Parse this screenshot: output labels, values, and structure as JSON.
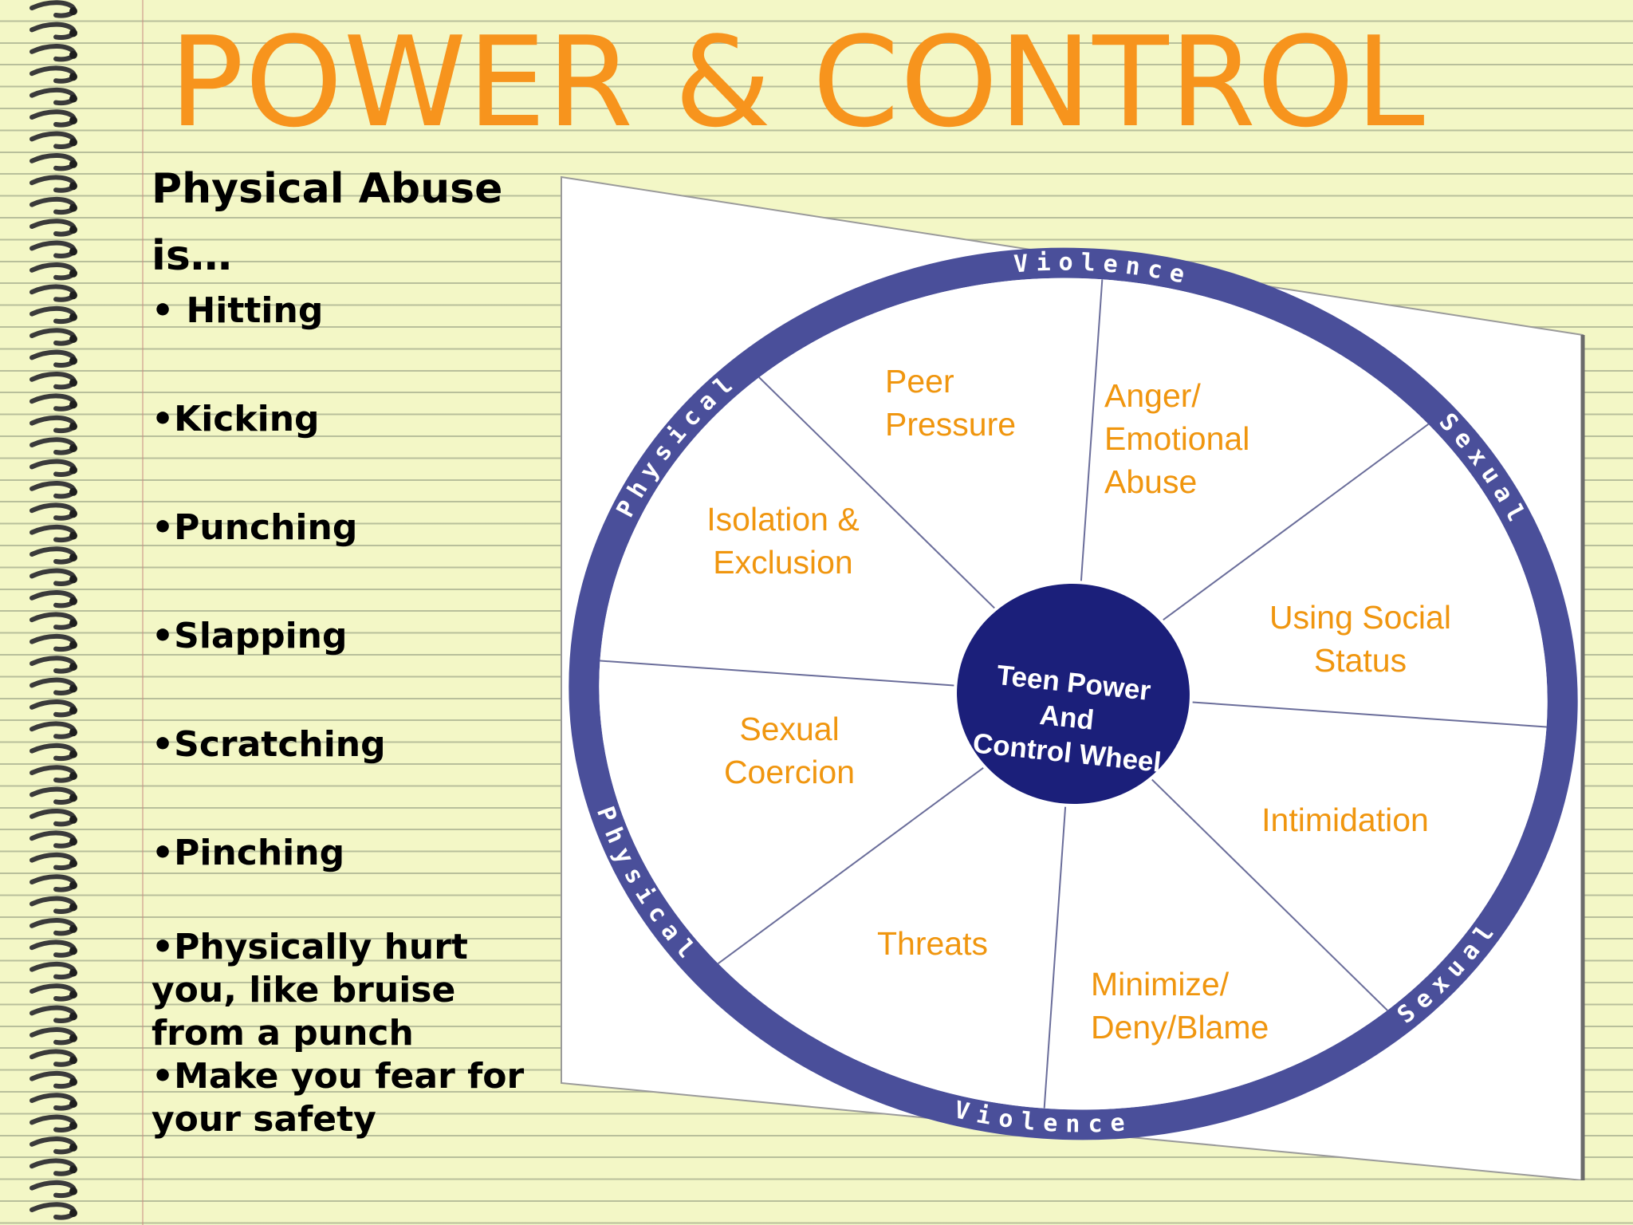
{
  "title": "POWER & CONTROL",
  "physical_abuse": {
    "heading": "Physical Abuse is…",
    "items": [
      "• Hitting",
      "•Kicking",
      "•Punching",
      "•Slapping",
      "•Scratching",
      "•Pinching",
      "•Physically hurt you, like bruise from a punch",
      "•Make you fear for your safety"
    ]
  },
  "wheel": {
    "center": [
      "Teen Power",
      "And",
      "Control Wheel"
    ],
    "rim_top_left": "Physical",
    "rim_top": "Violence",
    "rim_top_right": "Sexual",
    "rim_bottom_left": "Physical",
    "rim_bottom": "Violence",
    "rim_bottom_right": "Sexual",
    "segments": [
      {
        "lines": [
          "Peer",
          "Pressure"
        ]
      },
      {
        "lines": [
          "Anger/",
          "Emotional",
          "Abuse"
        ]
      },
      {
        "lines": [
          "Using Social",
          "Status"
        ]
      },
      {
        "lines": [
          "Intimidation"
        ]
      },
      {
        "lines": [
          "Minimize/",
          "Deny/Blame"
        ]
      },
      {
        "lines": [
          "Threats"
        ]
      },
      {
        "lines": [
          "Sexual",
          "Coercion"
        ]
      },
      {
        "lines": [
          "Isolation &",
          "Exclusion"
        ]
      }
    ],
    "colors": {
      "rim": "#4a4f9a",
      "hub": "#1b1f7a",
      "segment_text": "#f0960f",
      "rim_text": "#ffffff"
    }
  }
}
